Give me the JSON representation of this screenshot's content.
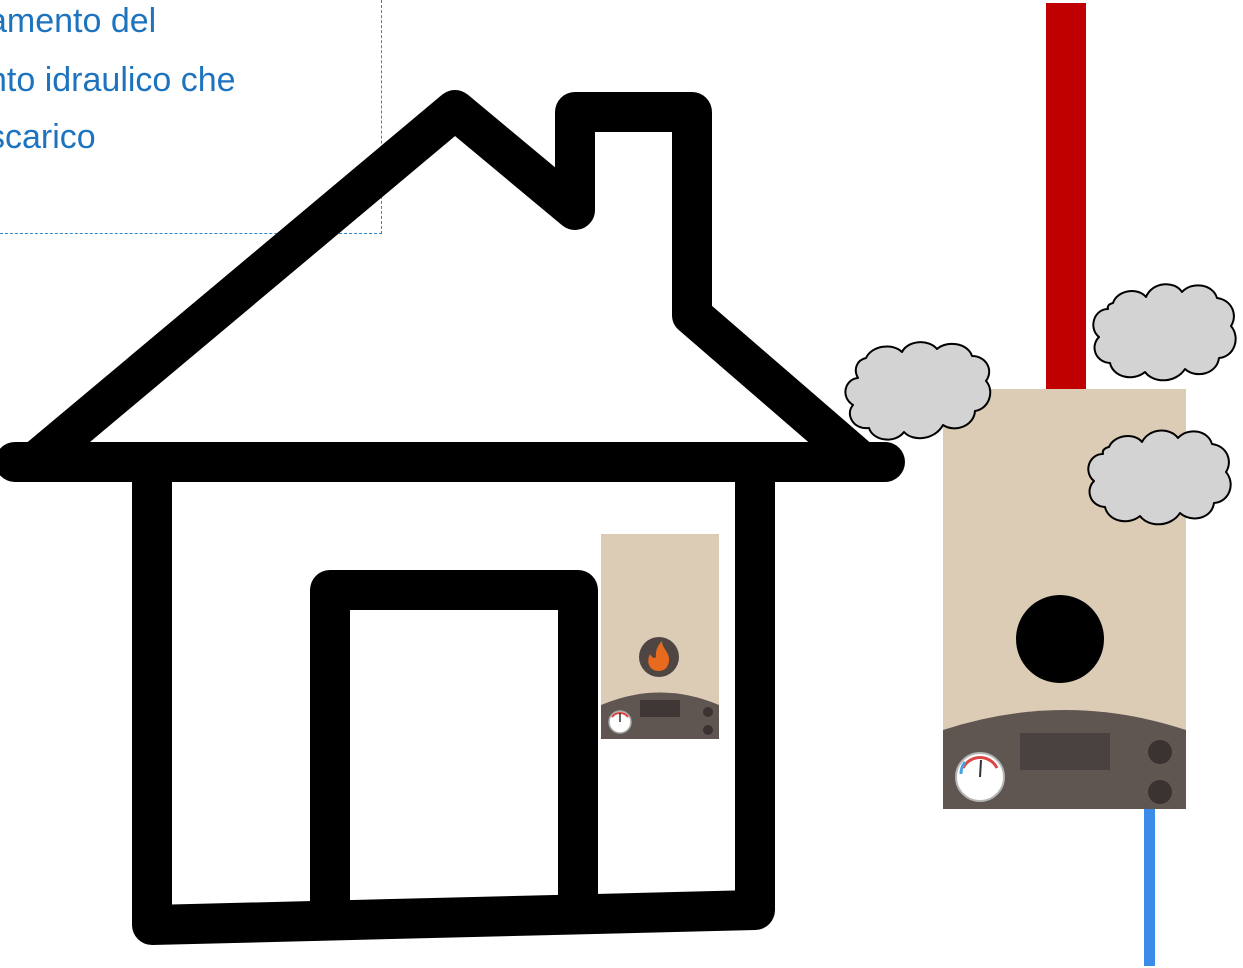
{
  "caption": {
    "lines": [
      "amento del",
      "nto idraulico che",
      " scarico"
    ]
  },
  "scene": {
    "colors": {
      "outline": "#000000",
      "boiler_body": "#dccbb5",
      "control_panel": "#5f5652",
      "hot_pipe": "#c00000",
      "cold_pipe": "#3b8be8",
      "smoke": "#d3d3d3",
      "flame": "#e86a1e"
    },
    "icons": [
      "house-icon",
      "boiler-icon",
      "flame-icon",
      "gauge-icon",
      "smoke-cloud-icon",
      "hot-water-pipe",
      "cold-water-pipe"
    ]
  }
}
